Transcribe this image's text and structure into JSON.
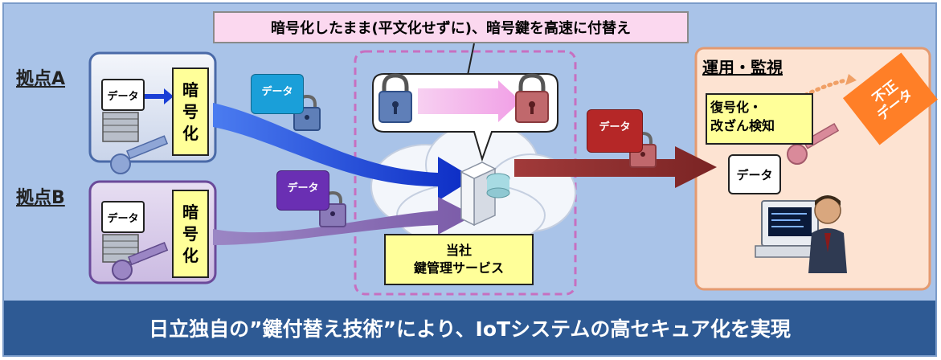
{
  "top_note": "暗号化したまま(平文化せずに)、暗号鍵を高速に付替え",
  "site_a": {
    "label": "拠点A",
    "data_label": "データ",
    "encrypt_label": [
      "暗",
      "号",
      "化"
    ],
    "tag_label": "データ"
  },
  "site_b": {
    "label": "拠点B",
    "data_label": "データ",
    "encrypt_label": [
      "暗",
      "号",
      "化"
    ],
    "tag_label": "データ"
  },
  "key_service": {
    "line1": "当社",
    "line2": "鍵管理サービス"
  },
  "middle_tag_label": "データ",
  "operations": {
    "title": "運用・監視",
    "decrypt_line1": "復号化・",
    "decrypt_line2": "改ざん検知",
    "data_label": "データ",
    "bad_data_line1": "不正",
    "bad_data_line2": "データ"
  },
  "bottom_banner": "日立独自の”鍵付替え技術”により、IoTシステムの高セキュア化を実現",
  "colors": {
    "background": "#a9c3e8",
    "arrow_a": "#1a3fd6",
    "arrow_b": "#7b5ba8",
    "arrow_out": "#8b2e2e",
    "tag_a": "#1a9fd9",
    "tag_b": "#6a2fb3",
    "tag_out": "#b52727",
    "highlight": "#ffff99",
    "bad_data": "#ff7f27",
    "banner": "#2e5a94"
  },
  "icons": [
    "lock-icon",
    "key-icon",
    "server-icon",
    "cloud-icon",
    "operator-icon"
  ]
}
